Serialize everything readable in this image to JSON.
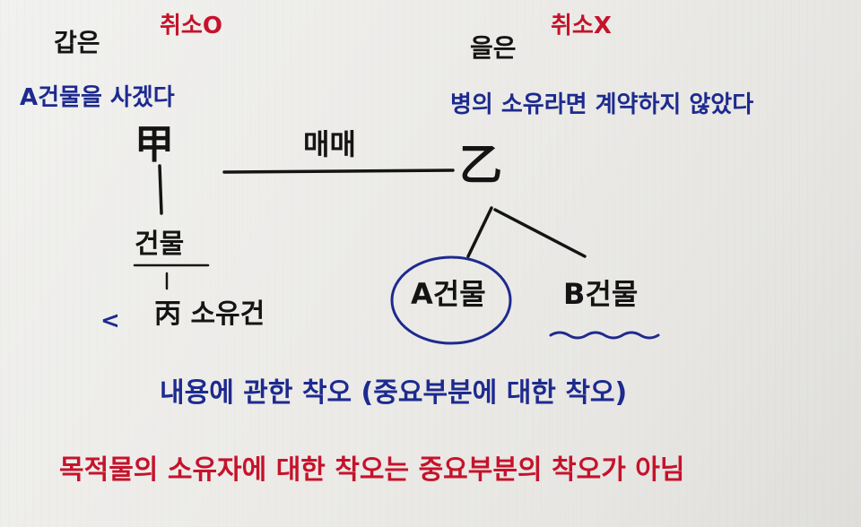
{
  "colors": {
    "black_ink": "#141414",
    "blue_ink": "#1d2a8e",
    "red_ink": "#c5132b"
  },
  "left_party": {
    "name": "갑은",
    "note": "취소O",
    "statement": "A건물을 사겠다",
    "node": "甲",
    "object": "건물",
    "reason_prefix": "<",
    "reason": "丙 소유건"
  },
  "right_party": {
    "name": "을은",
    "note": "취소X",
    "statement": "병의 소유라면 계약하지 않았다",
    "node": "乙",
    "option_a": "A건물",
    "option_b": "B건물"
  },
  "contract": {
    "label": "매매"
  },
  "conclusion": {
    "blue_line": "내용에 관한 착오 (중요부분에 대한 착오)",
    "red_line": "목적물의 소유자에 대한 착오는 중요부분의 착오가 아님"
  }
}
